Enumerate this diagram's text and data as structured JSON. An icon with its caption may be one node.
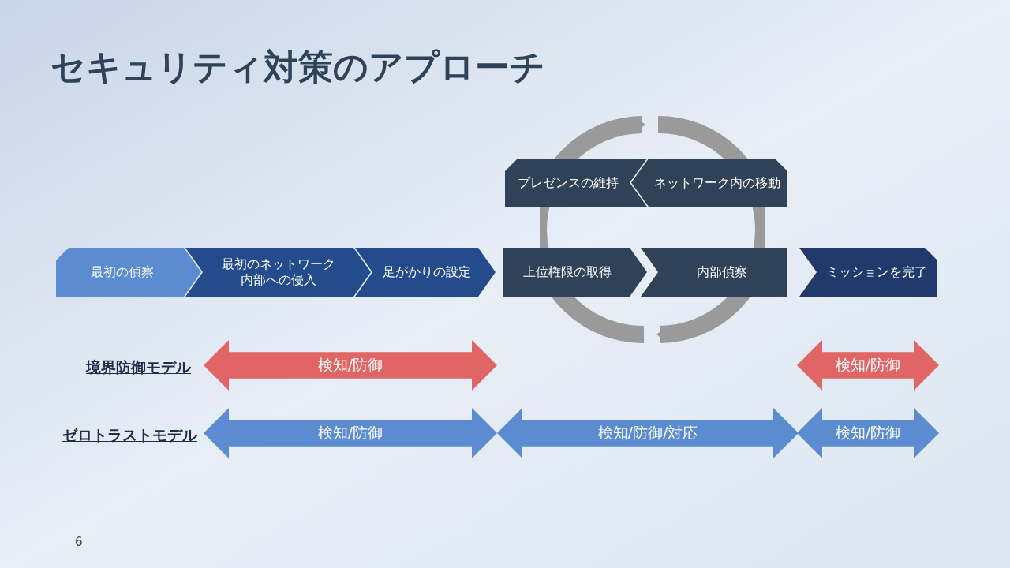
{
  "diagram": {
    "title": "セキュリティ対策のアプローチ",
    "nodes": [
      {
        "text": [
          "最初の偵察"
        ]
      },
      {
        "text": [
          "最初のネットワーク内部への侵入"
        ]
      },
      {
        "text": [
          "足がかりの設定"
        ]
      },
      {
        "text": [
          "プレゼンスの維持"
        ]
      },
      {
        "text": [
          "ネットワーク内の移動"
        ]
      },
      {
        "text": [
          "上位権限の取得"
        ]
      },
      {
        "text": [
          "内部偵察"
        ]
      },
      {
        "text": [
          "ミッションを完了"
        ]
      },
      {
        "text": [
          "検知/防御"
        ]
      },
      {
        "text": [
          "検知/防御"
        ]
      },
      {
        "text": [
          "検知/防御"
        ]
      },
      {
        "text": [
          "検知/防御/対応"
        ]
      },
      {
        "text": [
          "検知/防御"
        ]
      }
    ],
    "labels": [
      "境界防御モデル",
      "ゼロトラストモデル",
      "6"
    ]
  }
}
